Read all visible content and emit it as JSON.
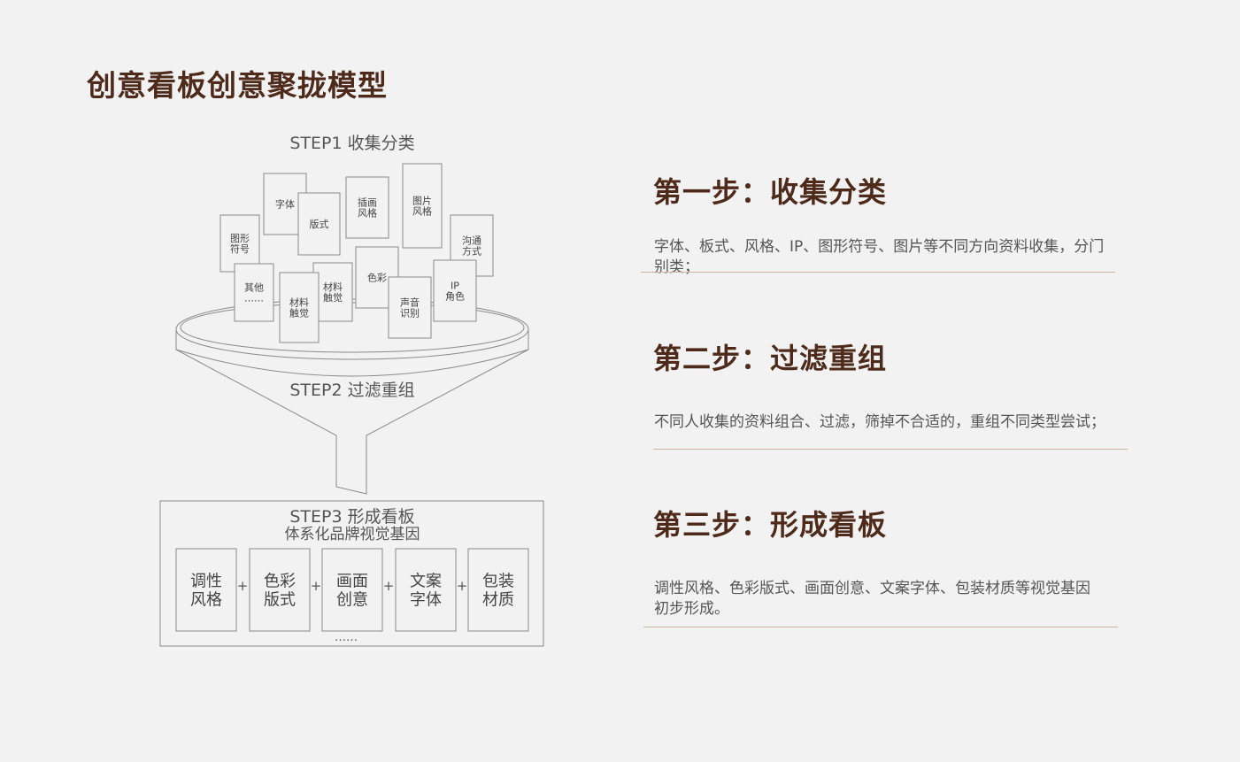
{
  "title": "创意看板创意聚拢模型",
  "funnel": {
    "step1_label": "STEP1 收集分类",
    "step2_label": "STEP2 过滤重组",
    "step3_label": "STEP3 形成看板",
    "step3_subtitle": "体系化品牌视觉基因",
    "cards": [
      {
        "id": "font",
        "lines": [
          "字体"
        ]
      },
      {
        "id": "layout",
        "lines": [
          "版式"
        ]
      },
      {
        "id": "illustration",
        "lines": [
          "插画",
          "风格"
        ]
      },
      {
        "id": "photo-style",
        "lines": [
          "图片",
          "风格"
        ]
      },
      {
        "id": "graphic-symbol",
        "lines": [
          "图形",
          "符号"
        ]
      },
      {
        "id": "communication",
        "lines": [
          "沟通",
          "方式"
        ]
      },
      {
        "id": "color",
        "lines": [
          "色彩"
        ]
      },
      {
        "id": "other",
        "lines": [
          "其他",
          "……"
        ]
      },
      {
        "id": "material-a",
        "lines": [
          "材料",
          "触觉"
        ]
      },
      {
        "id": "material-b",
        "lines": [
          "材料",
          "触觉"
        ]
      },
      {
        "id": "sound",
        "lines": [
          "声音",
          "识别"
        ]
      },
      {
        "id": "ip-role",
        "lines": [
          "IP",
          "角色"
        ]
      }
    ],
    "genes": [
      {
        "id": "tone-style",
        "lines": [
          "调性",
          "风格"
        ]
      },
      {
        "id": "color-layout",
        "lines": [
          "色彩",
          "版式"
        ]
      },
      {
        "id": "visual-idea",
        "lines": [
          "画面",
          "创意"
        ]
      },
      {
        "id": "copy-font",
        "lines": [
          "文案",
          "字体"
        ]
      },
      {
        "id": "packaging",
        "lines": [
          "包装",
          "材质"
        ]
      }
    ],
    "plus": "+",
    "ellipsis": "……"
  },
  "steps": [
    {
      "heading": "第一步：收集分类",
      "desc": "字体、板式、风格、IP、图形符号、图片等不同方向资料收集，分门别类；"
    },
    {
      "heading": "第二步：过滤重组",
      "desc": "不同人收集的资料组合、过滤，筛掉不合适的，重组不同类型尝试；"
    },
    {
      "heading": "第三步：形成看板",
      "desc": "调性风格、色彩版式、画面创意、文案字体、包装材质等视觉基因初步形成。"
    }
  ],
  "colors": {
    "heading": "#4e2a1b",
    "text": "#555555",
    "line": "#888888",
    "rule": "#c8b69e"
  }
}
